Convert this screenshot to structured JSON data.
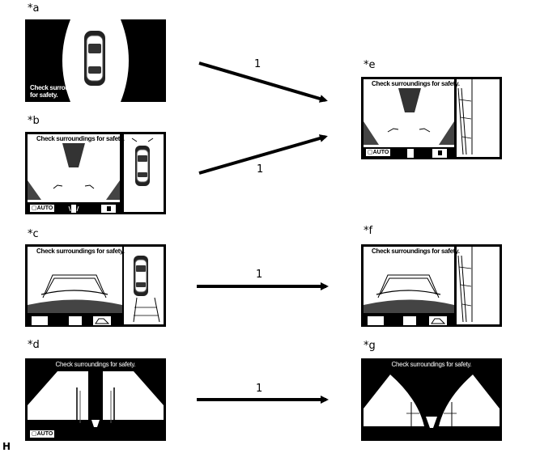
{
  "labels": {
    "a": "*a",
    "b": "*b",
    "c": "*c",
    "d": "*d",
    "e": "*e",
    "f": "*f",
    "g": "*g"
  },
  "messages": {
    "check_surroundings": "Check surroundings for safety.",
    "check_line1": "Check surroundings",
    "check_line2": "for safety."
  },
  "buttons": {
    "auto": "AUTO"
  },
  "arrows": {
    "step": "1"
  },
  "footer": "H"
}
